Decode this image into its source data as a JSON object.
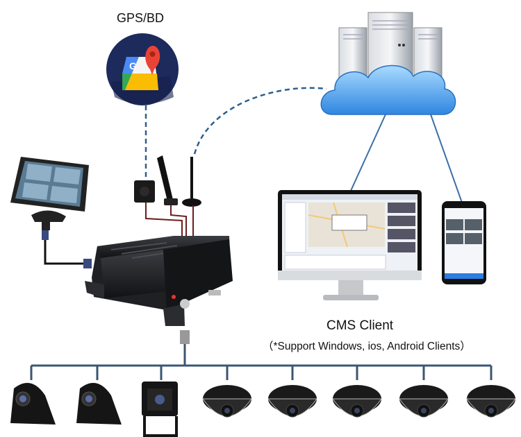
{
  "gps": {
    "label": "GPS/BD",
    "icon": "google-maps-icon",
    "badge_color": "#1d2a5c"
  },
  "cms": {
    "title": "CMS Client",
    "subtitle": "（*Support Windows, ios, Android Clients）"
  },
  "colors": {
    "wired_link": "#3b5670",
    "wireless_link": "#2e5f8c",
    "cloud": "#3f8fe0"
  },
  "devices": {
    "server": "server-icon",
    "cloud": "cloud-icon",
    "desktop_monitor": "desktop-monitor-icon",
    "smartphone": "smartphone-icon",
    "vehicle_monitor": "vehicle-monitor-icon",
    "mdvr": "mobile-dvr-icon",
    "antennas": [
      "gps-antenna-icon",
      "wifi-antenna-icon",
      "4g-antenna-icon"
    ],
    "cameras": [
      "side-camera",
      "side-camera",
      "rear-view-camera",
      "dome-camera",
      "dome-camera",
      "dome-camera",
      "dome-camera",
      "dome-camera"
    ]
  }
}
